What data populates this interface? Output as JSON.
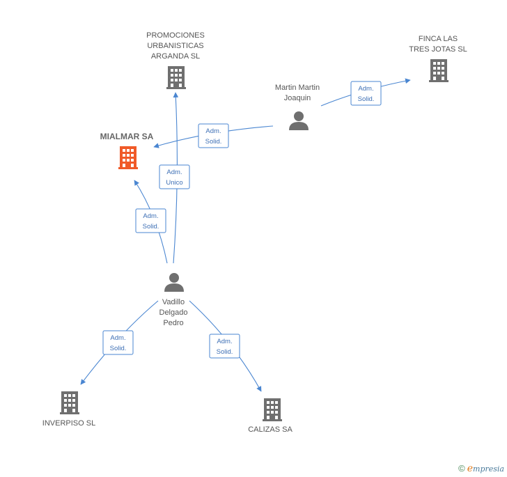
{
  "nodes": {
    "promociones": {
      "lines": [
        "PROMOCIONES",
        "URBANISTICAS",
        "ARGANDA  SL"
      ],
      "kind": "company"
    },
    "finca": {
      "lines": [
        "FINCA LAS",
        "TRES JOTAS SL"
      ],
      "kind": "company"
    },
    "martin": {
      "lines": [
        "Martin Martin",
        "Joaquin"
      ],
      "kind": "person"
    },
    "mialmar": {
      "lines": [
        "MIALMAR SA"
      ],
      "kind": "company-main"
    },
    "vadillo": {
      "lines": [
        "Vadillo",
        "Delgado",
        "Pedro"
      ],
      "kind": "person"
    },
    "inverpiso": {
      "lines": [
        "INVERPISO SL"
      ],
      "kind": "company"
    },
    "calizas": {
      "lines": [
        "CALIZAS SA"
      ],
      "kind": "company"
    }
  },
  "edges": [
    {
      "id": "martin-finca",
      "label": [
        "Adm.",
        "Solid."
      ]
    },
    {
      "id": "martin-mialmar",
      "label": [
        "Adm.",
        "Solid."
      ]
    },
    {
      "id": "vadillo-promociones",
      "label": [
        "Adm.",
        "Unico"
      ]
    },
    {
      "id": "vadillo-mialmar",
      "label": [
        "Adm.",
        "Solid."
      ]
    },
    {
      "id": "vadillo-inverpiso",
      "label": [
        "Adm.",
        "Solid."
      ]
    },
    {
      "id": "vadillo-calizas",
      "label": [
        "Adm.",
        "Solid."
      ]
    }
  ],
  "colors": {
    "company": "#6f6f6f",
    "main": "#f05a28",
    "person": "#6f6f6f",
    "edge": "#4a86d1"
  },
  "footer": {
    "copyright": "©",
    "brand_e": "e",
    "brand_rest": "mpresia"
  }
}
